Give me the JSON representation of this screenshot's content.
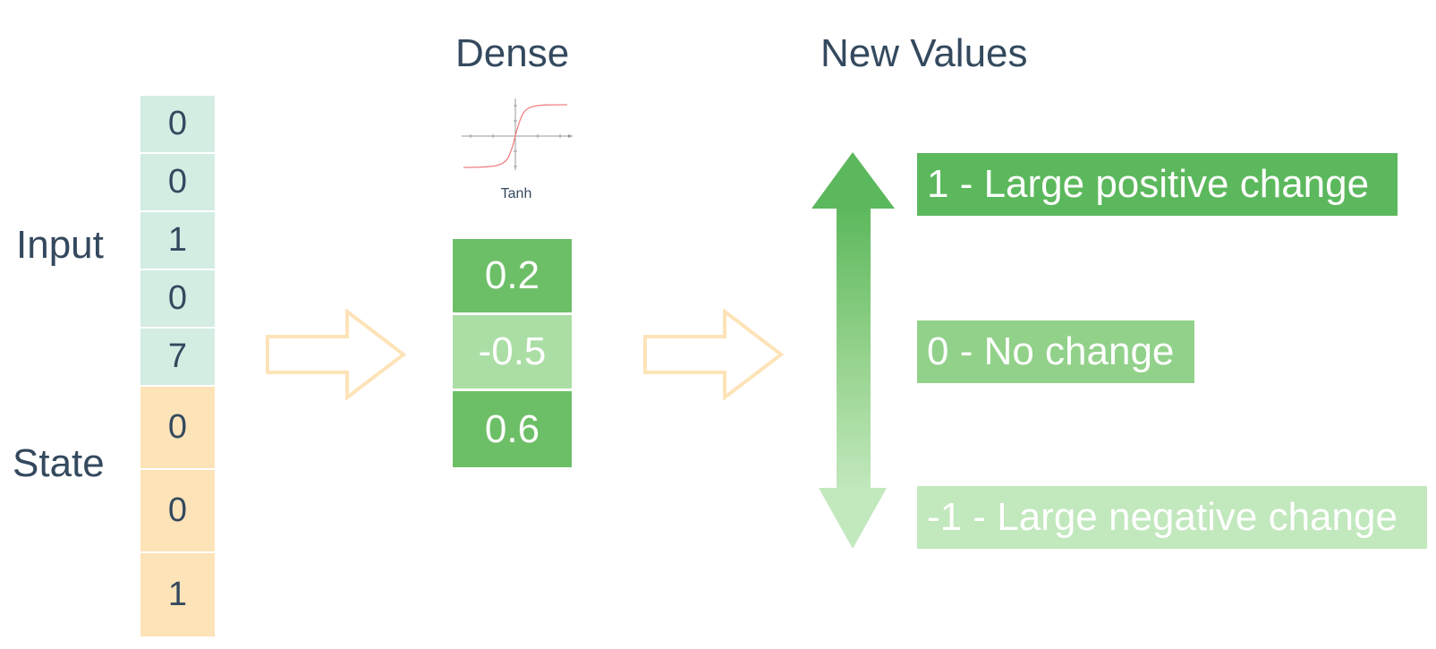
{
  "headings": {
    "dense": "Dense",
    "new_values": "New Values"
  },
  "labels": {
    "input": "Input",
    "state": "State"
  },
  "input_values": [
    "0",
    "0",
    "1",
    "0",
    "7"
  ],
  "state_values": [
    "0",
    "0",
    "1"
  ],
  "activation": {
    "name": "Tanh",
    "icon": "tanh-curve-icon"
  },
  "dense_outputs": [
    {
      "value": "0.2",
      "color": "#6dbf67"
    },
    {
      "value": "-0.5",
      "color": "#abdea5"
    },
    {
      "value": "0.6",
      "color": "#6dbf67"
    }
  ],
  "new_values": [
    {
      "text": "1 - Large positive change",
      "color": "#5cb85c"
    },
    {
      "text": "0 - No change",
      "color": "#92d18a"
    },
    {
      "text": "-1 - Large negative change",
      "color": "#c2e8bd"
    }
  ],
  "colors": {
    "text": "#34495e",
    "input_cell": "#d3ede3",
    "state_cell": "#fde3b8",
    "flow_arrow": "#fde3b8"
  }
}
